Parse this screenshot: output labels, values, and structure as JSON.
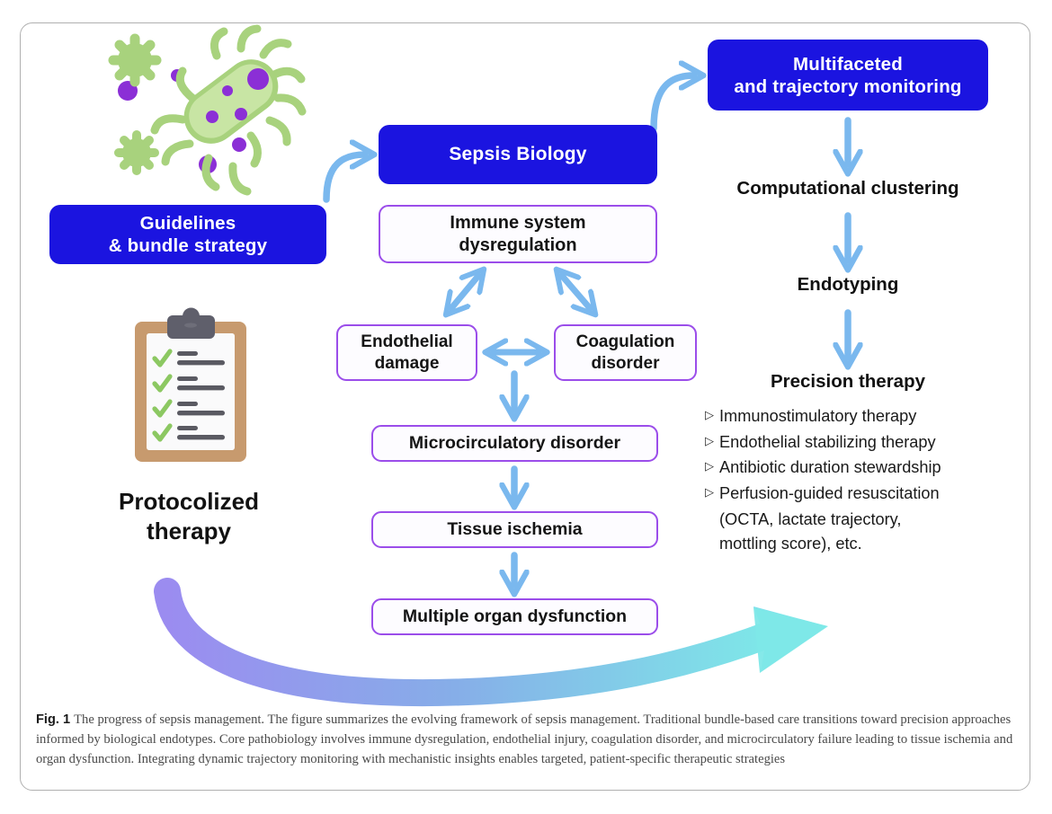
{
  "figure": {
    "caption_number": "Fig. 1",
    "caption_text": "The progress of sepsis management. The figure summarizes the evolving framework of sepsis management. Traditional bundle-based care transitions toward precision approaches informed by biological endotypes. Core pathobiology involves immune dysregulation, endothelial injury, coagulation disorder, and microcirculatory failure leading to tissue ischemia and organ dysfunction. Integrating dynamic trajectory monitoring with mechanistic insights enables targeted, patient-specific therapeutic strategies"
  },
  "colors": {
    "box_blue": "#1b14e0",
    "box_outline_border": "#9b4dea",
    "arrow_blue": "#7ab8ee",
    "sweep_arrow_start": "#9b8cf0",
    "sweep_arrow_end": "#7ee8e8",
    "germ_green": "#a8d27d",
    "germ_green_light": "#c8e5a4",
    "germ_dot_purple": "#8b2fd6",
    "clipboard_board": "#c79a6e",
    "clipboard_clip": "#5f5f6b",
    "check_green": "#8cc862",
    "frame_border": "#b0b0b0"
  },
  "left_column": {
    "guidelines_box": "Guidelines\n& bundle strategy",
    "guidelines_line1": "Guidelines",
    "guidelines_line2": "& bundle strategy",
    "protocolized_line1": "Protocolized",
    "protocolized_line2": "therapy",
    "germ_icon": "bacteria-icon",
    "clipboard_icon": "clipboard-checklist-icon"
  },
  "center_column": {
    "sepsis_biology": "Sepsis Biology",
    "immune_line1": "Immune system",
    "immune_line2": "dysregulation",
    "endothelial_line1": "Endothelial",
    "endothelial_line2": "damage",
    "coagulation_line1": "Coagulation",
    "coagulation_line2": "disorder",
    "microcirculatory": "Microcirculatory disorder",
    "tissue_ischemia": "Tissue ischemia",
    "multiple_organ": "Multiple organ dysfunction"
  },
  "right_column": {
    "multifaceted_line1": "Multifaceted",
    "multifaceted_line2": "and trajectory monitoring",
    "computational_clustering": "Computational clustering",
    "endotyping": "Endotyping",
    "precision_therapy": "Precision therapy",
    "bullet_marker": "▷",
    "precision_items": [
      {
        "text": "Immunostimulatory therapy",
        "continuation": []
      },
      {
        "text": "Endothelial stabilizing therapy",
        "continuation": []
      },
      {
        "text": "Antibiotic duration stewardship",
        "continuation": []
      },
      {
        "text": "Perfusion-guided resuscitation",
        "continuation": [
          "(OCTA, lactate trajectory,",
          "mottling score), etc."
        ]
      }
    ]
  },
  "arrows": {
    "curved_to_sepsis": "curved-arrow-icon",
    "curved_to_multifaceted": "curved-arrow-icon",
    "down_arrows": "down-arrow-icon",
    "bidirectional_diagonal": "double-headed-diagonal-arrow-icon",
    "bidirectional_horizontal": "double-headed-horizontal-arrow-icon",
    "sweeping_progress_arrow": "curved-gradient-progress-arrow-icon"
  }
}
